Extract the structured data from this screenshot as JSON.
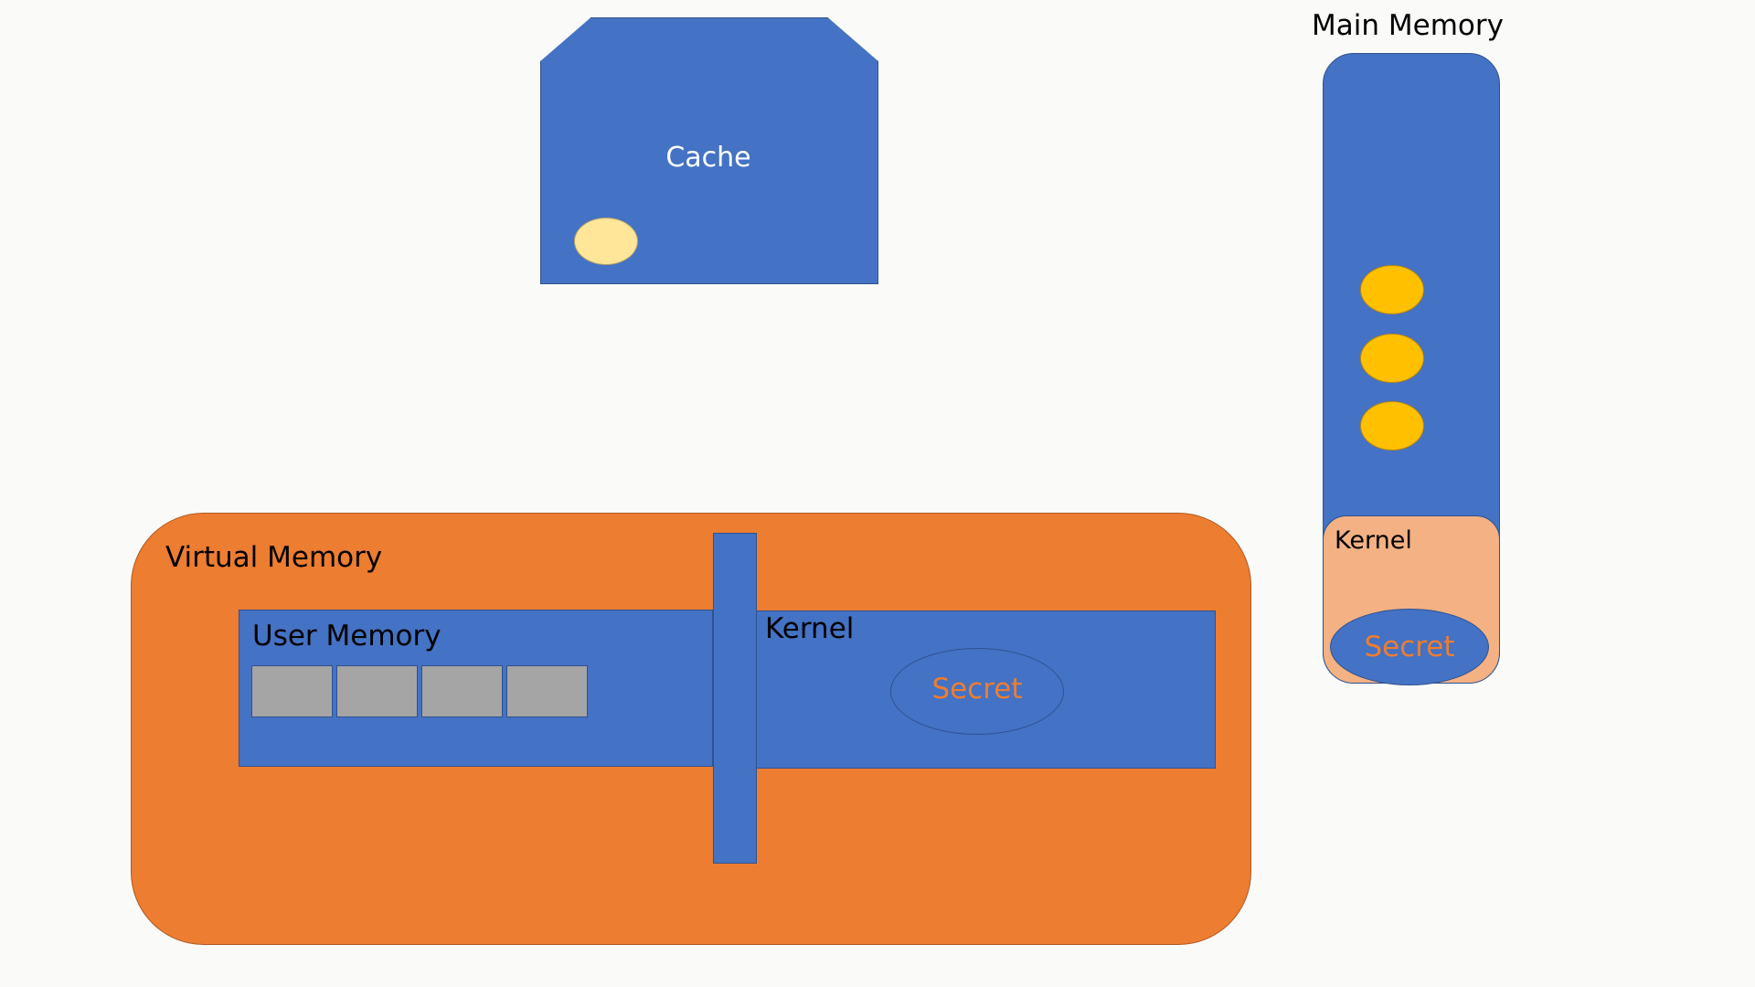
{
  "cache": {
    "label": "Cache"
  },
  "main_memory": {
    "title": "Main Memory",
    "token_count": 3,
    "kernel_label": "Kernel",
    "secret_label": "Secret"
  },
  "virtual_memory": {
    "title": "Virtual Memory",
    "user_memory_label": "User Memory",
    "page_count": 4,
    "kernel_label": "Kernel",
    "secret_label": "Secret"
  },
  "colors": {
    "blue": "#4472c4",
    "orange": "#ed7d31",
    "light_orange": "#f4b183",
    "gold": "#ffc000",
    "light_gold": "#ffe699",
    "gray": "#a5a5a5"
  }
}
